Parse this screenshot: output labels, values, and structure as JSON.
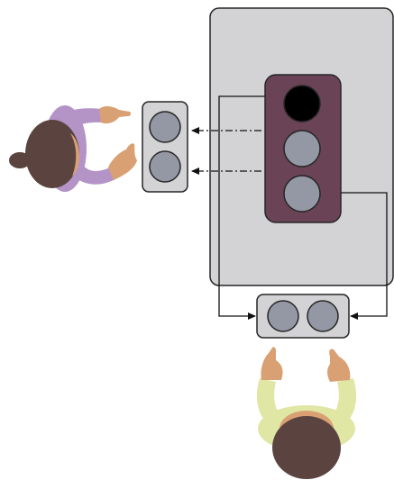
{
  "diagram": {
    "colors": {
      "panel_fill": "#d3d3d6",
      "outline": "#262626",
      "main_device_fill": "#6a4357",
      "light_off": "#9498a4",
      "light_on": "#000000",
      "connector": "#111111",
      "person_left_shirt": "#b493c7",
      "person_bottom_shirt": "#e0e6a4",
      "skin": "#d9a173",
      "hair": "#5b4440"
    },
    "main_device": {
      "lights": [
        {
          "state": "on"
        },
        {
          "state": "off"
        },
        {
          "state": "off"
        }
      ]
    },
    "left_device": {
      "lights": [
        {
          "state": "off"
        },
        {
          "state": "off"
        }
      ]
    },
    "bottom_device": {
      "lights": [
        {
          "state": "off"
        },
        {
          "state": "off"
        }
      ]
    },
    "people": [
      {
        "name": "person-left",
        "facing": "right"
      },
      {
        "name": "person-bottom",
        "facing": "up"
      }
    ]
  }
}
